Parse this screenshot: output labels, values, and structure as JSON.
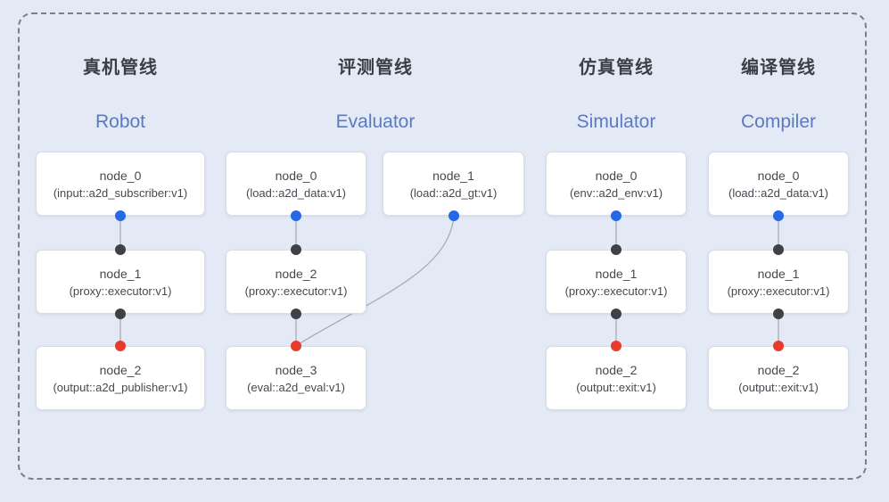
{
  "pipelines": [
    {
      "id": "robot",
      "title_zh": "真机管线",
      "title_en": "Robot",
      "nodes": [
        {
          "name": "node_0",
          "type": "(input::a2d_subscriber:v1)"
        },
        {
          "name": "node_1",
          "type": "(proxy::executor:v1)"
        },
        {
          "name": "node_2",
          "type": "(output::a2d_publisher:v1)"
        }
      ]
    },
    {
      "id": "evaluator",
      "title_zh": "评测管线",
      "title_en": "Evaluator",
      "nodes": [
        {
          "name": "node_0",
          "type": "(load::a2d_data:v1)"
        },
        {
          "name": "node_1",
          "type": "(load::a2d_gt:v1)"
        },
        {
          "name": "node_2",
          "type": "(proxy::executor:v1)"
        },
        {
          "name": "node_3",
          "type": "(eval::a2d_eval:v1)"
        }
      ]
    },
    {
      "id": "simulator",
      "title_zh": "仿真管线",
      "title_en": "Simulator",
      "nodes": [
        {
          "name": "node_0",
          "type": "(env::a2d_env:v1)"
        },
        {
          "name": "node_1",
          "type": "(proxy::executor:v1)"
        },
        {
          "name": "node_2",
          "type": "(output::exit:v1)"
        }
      ]
    },
    {
      "id": "compiler",
      "title_zh": "编译管线",
      "title_en": "Compiler",
      "nodes": [
        {
          "name": "node_0",
          "type": "(load::a2d_data:v1)"
        },
        {
          "name": "node_1",
          "type": "(proxy::executor:v1)"
        },
        {
          "name": "node_2",
          "type": "(output::exit:v1)"
        }
      ]
    }
  ],
  "colors": {
    "background": "#e4e9f6",
    "frame_dash": "#7a808b",
    "title_zh": "#3a3f46",
    "title_en": "#5b7ac0",
    "node_text": "#45494f",
    "edge": "#a7acb6",
    "port_blue": "#2569e6",
    "port_dark": "#3e4246",
    "port_red": "#e73b2c"
  }
}
